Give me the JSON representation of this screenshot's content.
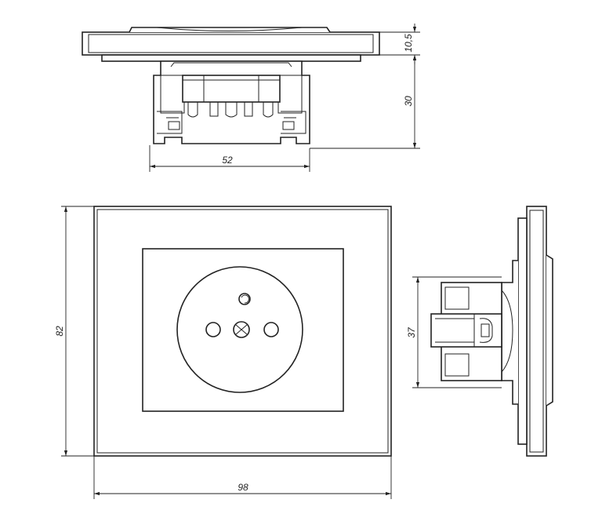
{
  "dimensions": {
    "top_plate_thickness": "10,5",
    "top_body_depth": "30",
    "top_body_width": "52",
    "front_height": "82",
    "front_width": "98",
    "side_body_height": "37"
  }
}
